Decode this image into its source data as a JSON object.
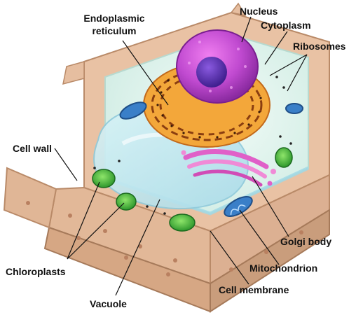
{
  "labels": {
    "endoplasmic_reticulum_line1": "Endoplasmic",
    "endoplasmic_reticulum_line2": "reticulum",
    "nucleus": "Nucleus",
    "cytoplasm": "Cytoplasm",
    "ribosomes": "Ribosomes",
    "cell_wall": "Cell wall",
    "golgi_body": "Golgi body",
    "mitochondrion": "Mitochondrion",
    "chloroplasts": "Chloroplasts",
    "cell_membrane": "Cell membrane",
    "vacuole": "Vacuole"
  },
  "colors": {
    "cell_wall": "#e9c2a4",
    "cell_wall_dark": "#c89878",
    "cytoplasm": "#dff4ee",
    "nucleus": "#c04ad0",
    "nucleolus": "#5b2aa8",
    "er": "#e8892a",
    "golgi": "#e060c8",
    "chloroplast": "#39b83a",
    "mitochondrion": "#3a7fc8",
    "vacuole": "#bfe7f0",
    "leader_line": "#111111"
  }
}
